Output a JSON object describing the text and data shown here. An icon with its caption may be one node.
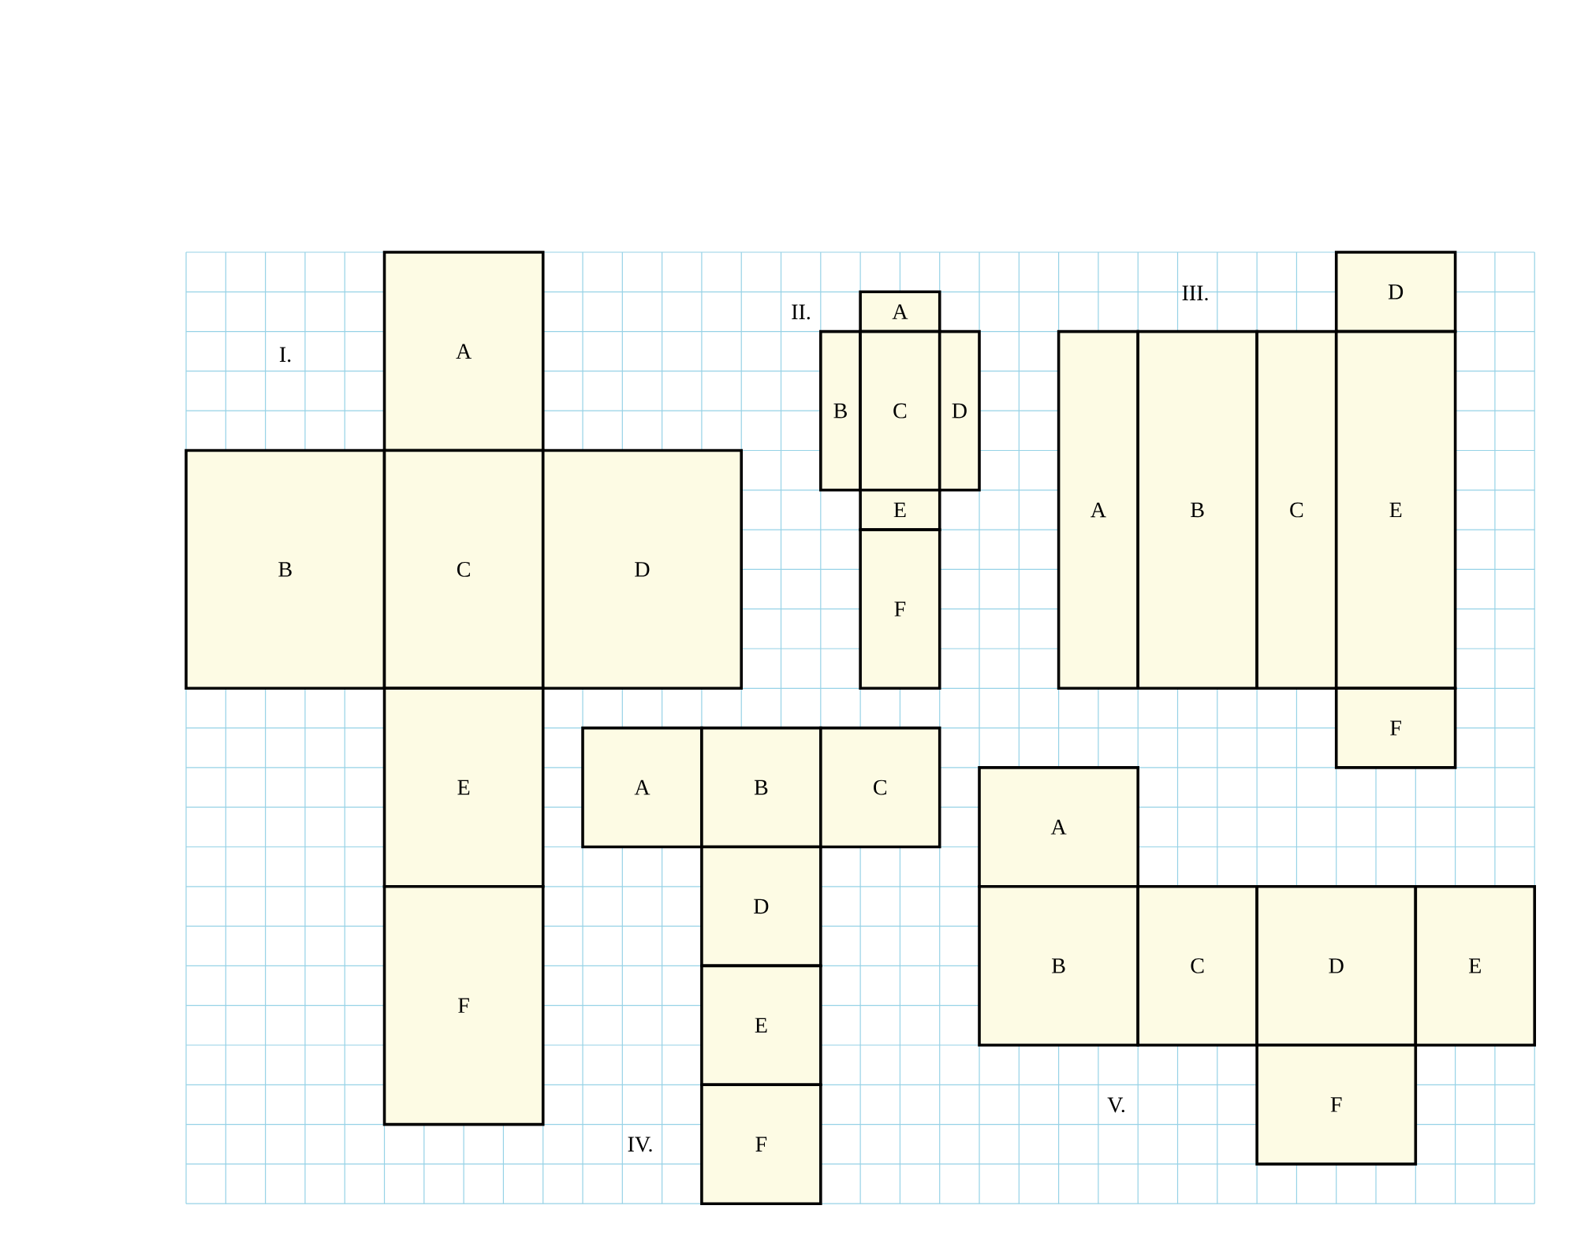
{
  "diagram": {
    "nodes": [
      {
        "text": [
          "A"
        ]
      },
      {
        "text": [
          "B"
        ]
      },
      {
        "text": [
          "C"
        ]
      },
      {
        "text": [
          "D"
        ]
      },
      {
        "text": [
          "E"
        ]
      },
      {
        "text": [
          "F"
        ]
      },
      {
        "text": [
          "A"
        ]
      },
      {
        "text": [
          "B"
        ]
      },
      {
        "text": [
          "C"
        ]
      },
      {
        "text": [
          "D"
        ]
      },
      {
        "text": [
          "E"
        ]
      },
      {
        "text": [
          "F"
        ]
      },
      {
        "text": [
          "D"
        ]
      },
      {
        "text": [
          "A"
        ]
      },
      {
        "text": [
          "B"
        ]
      },
      {
        "text": [
          "C"
        ]
      },
      {
        "text": [
          "E"
        ]
      },
      {
        "text": [
          "F"
        ]
      },
      {
        "text": [
          "A"
        ]
      },
      {
        "text": [
          "B"
        ]
      },
      {
        "text": [
          "C"
        ]
      },
      {
        "text": [
          "D"
        ]
      },
      {
        "text": [
          "E"
        ]
      },
      {
        "text": [
          "F"
        ]
      },
      {
        "text": [
          "A"
        ]
      },
      {
        "text": [
          "B"
        ]
      },
      {
        "text": [
          "C"
        ]
      },
      {
        "text": [
          "D"
        ]
      },
      {
        "text": [
          "E"
        ]
      },
      {
        "text": [
          "F"
        ]
      }
    ],
    "labels": [
      "I.",
      "II.",
      "III.",
      "IV.",
      "V."
    ]
  }
}
